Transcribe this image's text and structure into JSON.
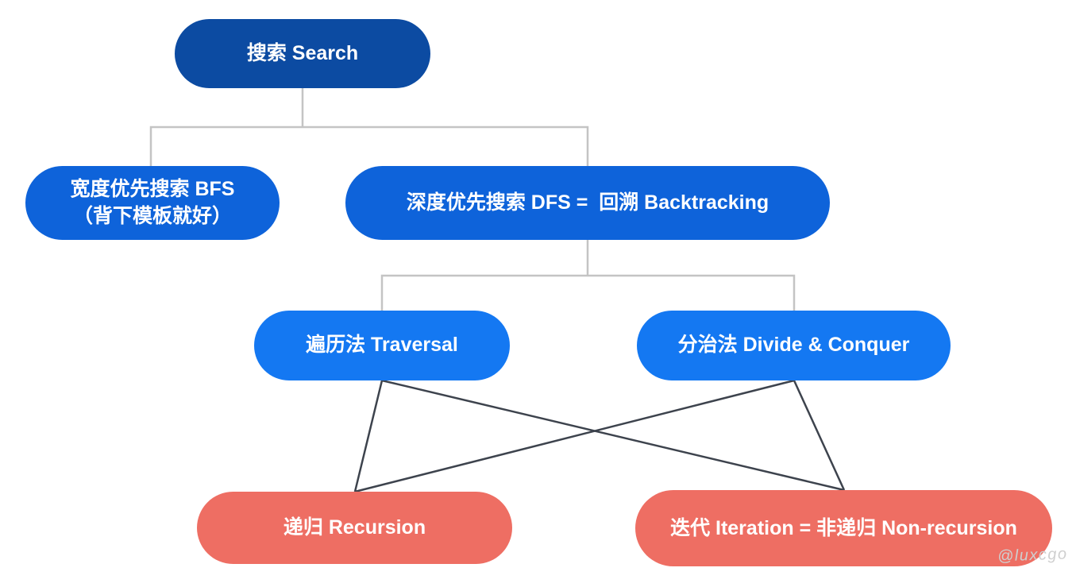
{
  "nodes": {
    "search": {
      "label": "搜索 Search"
    },
    "bfs": {
      "label": "宽度优先搜索 BFS\n（背下模板就好）"
    },
    "dfs": {
      "label": "深度优先搜索 DFS =  回溯 Backtracking"
    },
    "traversal": {
      "label": "遍历法 Traversal"
    },
    "divide": {
      "label": "分治法 Divide & Conquer"
    },
    "recursion": {
      "label": "递归 Recursion"
    },
    "iteration": {
      "label": "迭代 Iteration = 非递归 Non-recursion"
    }
  },
  "edges": [
    {
      "from": "search",
      "to": "bfs",
      "style": "elbow-gray"
    },
    {
      "from": "search",
      "to": "dfs",
      "style": "elbow-gray"
    },
    {
      "from": "dfs",
      "to": "traversal",
      "style": "elbow-gray"
    },
    {
      "from": "dfs",
      "to": "divide",
      "style": "elbow-gray"
    },
    {
      "from": "traversal",
      "to": "recursion",
      "style": "straight-dark"
    },
    {
      "from": "traversal",
      "to": "iteration",
      "style": "straight-dark"
    },
    {
      "from": "divide",
      "to": "recursion",
      "style": "straight-dark"
    },
    {
      "from": "divide",
      "to": "iteration",
      "style": "straight-dark"
    }
  ],
  "watermark": {
    "text": "@luxcgo"
  },
  "colors": {
    "background": "#ffffff",
    "root_fill": "#0c4ba2",
    "branch_fill": "#0e63da",
    "leaf_blue_fill": "#1478f2",
    "leaf_red_fill": "#ee6e63",
    "text": "#ffffff",
    "connector": "#c4c4c4",
    "cross_line": "#3d434d",
    "watermark": "#cfcfcf"
  }
}
